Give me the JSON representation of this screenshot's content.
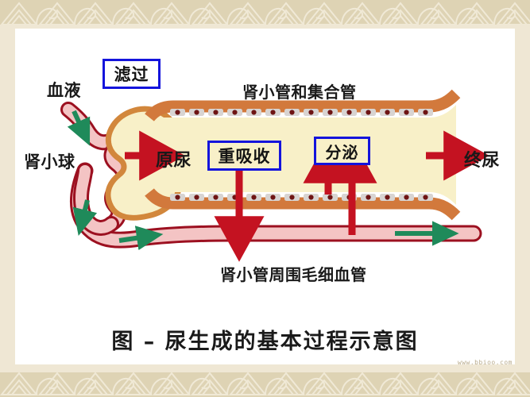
{
  "slide": {
    "caption": "图 – 尿生成的基本过程示意图",
    "watermark": "www.bbioo.com"
  },
  "labels": {
    "blood": "血液",
    "glomerulus": "肾小球",
    "primary_urine": "原尿",
    "tubule_and_collecting_duct": "肾小管和集合管",
    "final_urine": "终尿",
    "peritubular_capillary": "肾小管周围毛细血管"
  },
  "process_boxes": [
    {
      "label": "滤过",
      "name": "filtration"
    },
    {
      "label": "重吸收",
      "name": "reabsorption"
    },
    {
      "label": "分泌",
      "name": "secretion"
    }
  ],
  "colors": {
    "box_border": "#1414dc",
    "process_arrow": "#c41221",
    "flow_arrow": "#1f8a5a",
    "tubule_fill": "#f8f0c8",
    "tubule_wall": "#d2793c",
    "cell_fill": "#d8d4d2",
    "nucleus": "#6e1414",
    "capillary_fill": "#f4c4c4",
    "capillary_wall": "#9c1020",
    "capsule_fill": "#f8f0c8",
    "capsule_wall": "#d2873c",
    "border_band": "#ded3b4",
    "page_bg": "#efe7d4"
  }
}
